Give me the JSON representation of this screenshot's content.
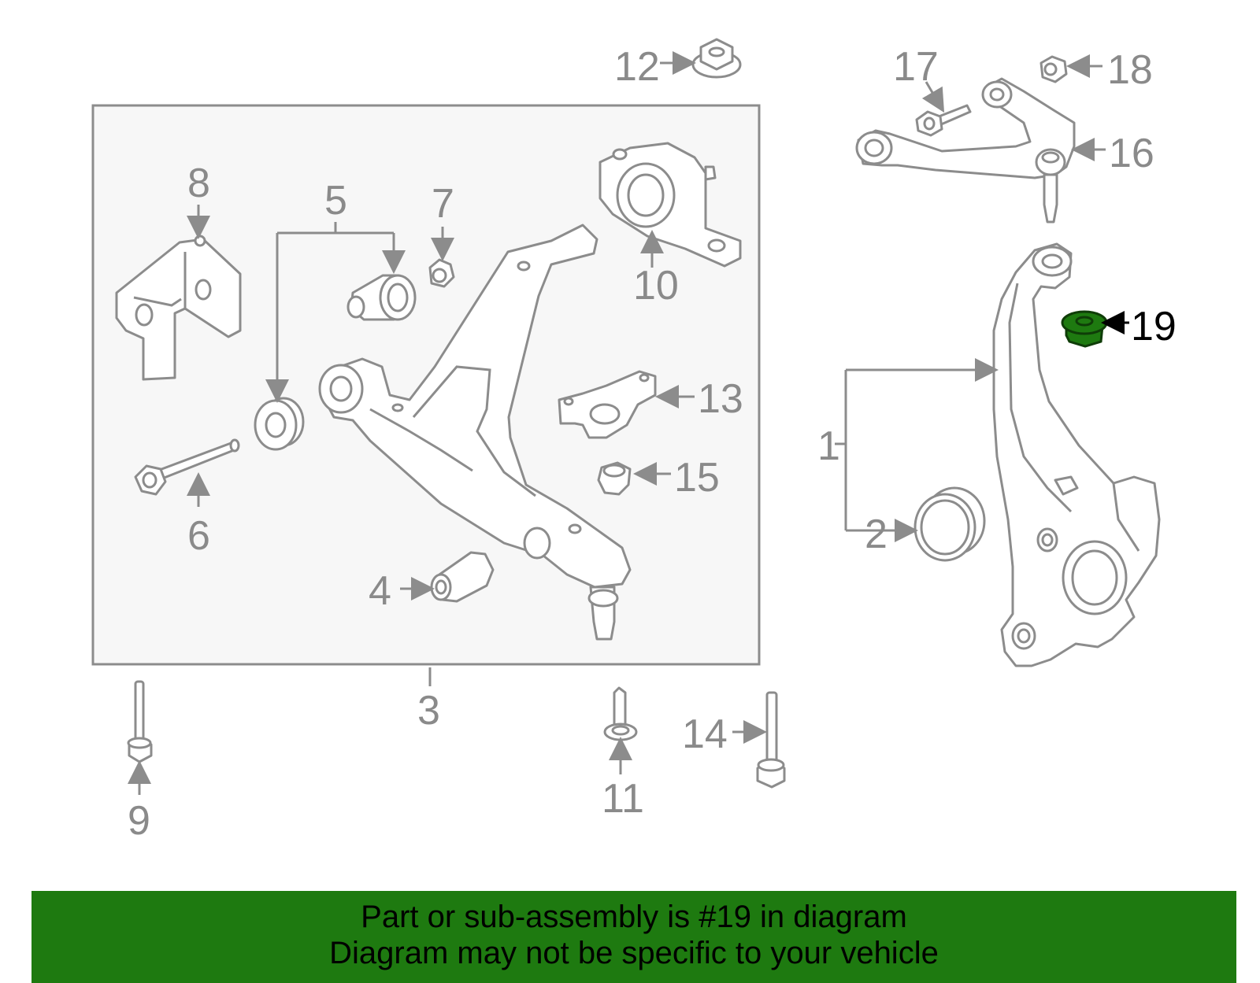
{
  "diagram": {
    "callouts": {
      "c1": "1",
      "c2": "2",
      "c3": "3",
      "c4": "4",
      "c5": "5",
      "c6": "6",
      "c7": "7",
      "c8": "8",
      "c9": "9",
      "c10": "10",
      "c11": "11",
      "c12": "12",
      "c13": "13",
      "c14": "14",
      "c15": "15",
      "c16": "16",
      "c17": "17",
      "c18": "18",
      "c19": "19"
    },
    "highlighted_part": "19",
    "colors": {
      "highlight": "#1e7a10",
      "line": "#8c8c8c",
      "label": "#8a8a8a",
      "box_fill": "#f7f7f7"
    }
  },
  "footer": {
    "line1": "Part or sub-assembly is #19 in diagram",
    "line2": "Diagram may not be specific to your vehicle"
  }
}
